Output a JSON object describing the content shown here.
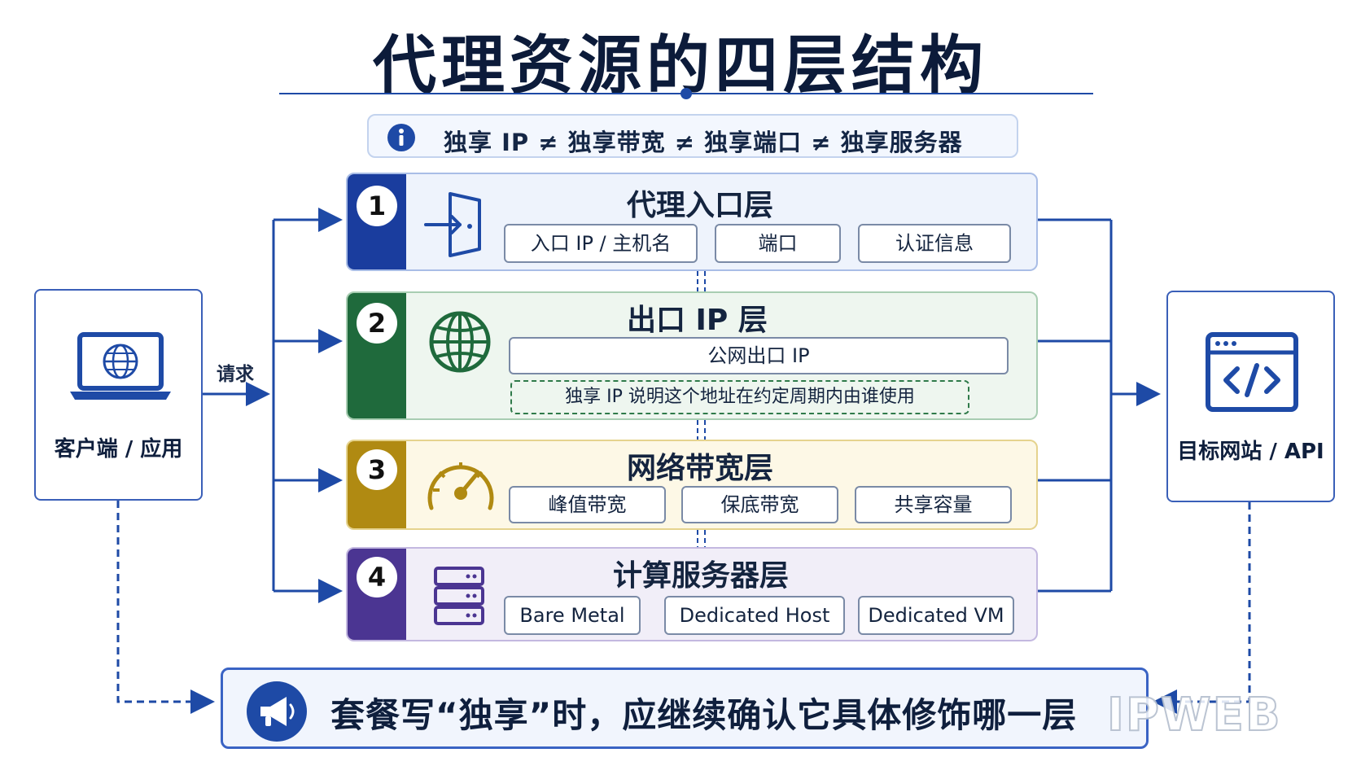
{
  "title": "代理资源的四层结构",
  "banner": {
    "text": "独享 IP ≠ 独享带宽 ≠ 独享端口 ≠ 独享服务器"
  },
  "client": {
    "label": "客户端 / 应用"
  },
  "target": {
    "label": "目标网站 / API"
  },
  "request_label": "请求",
  "layers": [
    {
      "num": "1",
      "title": "代理入口层",
      "color": "#1a3d9e",
      "bg": "#eef3fc",
      "border": "#a9bde6",
      "chips": [
        "入口 IP / 主机名",
        "端口",
        "认证信息"
      ]
    },
    {
      "num": "2",
      "title": "出口 IP 层",
      "color": "#1f6a3c",
      "bg": "#eef6ef",
      "border": "#a8cdb2",
      "chips": [
        "公网出口 IP"
      ],
      "note": "独享 IP 说明这个地址在约定周期内由谁使用"
    },
    {
      "num": "3",
      "title": "网络带宽层",
      "color": "#b08a12",
      "bg": "#fdf8e6",
      "border": "#e5d38e",
      "chips": [
        "峰值带宽",
        "保底带宽",
        "共享容量"
      ]
    },
    {
      "num": "4",
      "title": "计算服务器层",
      "color": "#4b3592",
      "bg": "#f1eef8",
      "border": "#c3b8e0",
      "chips": [
        "Bare Metal",
        "Dedicated Host",
        "Dedicated VM"
      ]
    }
  ],
  "bottom": {
    "text": "套餐写“独享”时，应继续确认它具体修饰哪一层"
  },
  "watermark": "IPWEB",
  "icons": [
    "info-icon",
    "laptop-globe-icon",
    "code-window-icon",
    "door-enter-icon",
    "globe-icon",
    "speedometer-icon",
    "server-icon",
    "megaphone-icon"
  ]
}
